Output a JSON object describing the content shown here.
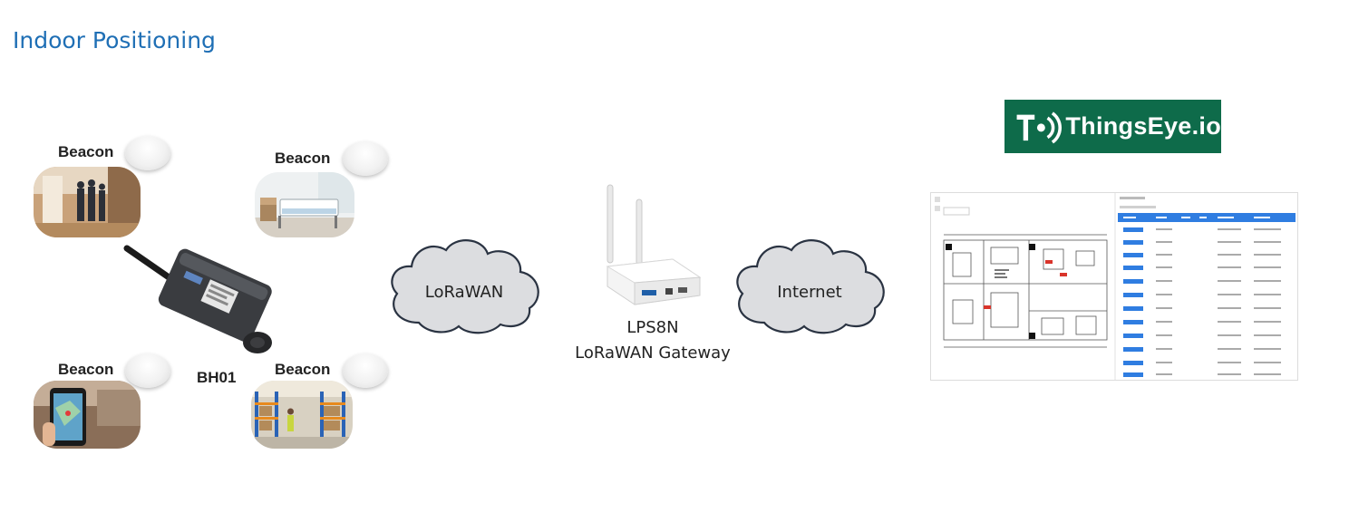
{
  "title": "Indoor Positioning",
  "beacon_label": "Beacon",
  "device_label": "BH01",
  "cloud_left": "LoRaWAN",
  "cloud_right": "Internet",
  "gateway": {
    "model": "LPS8N",
    "name": "LoRaWAN Gateway"
  },
  "platform_logo": "ThingsEye.io",
  "colors": {
    "title": "#1f6fb5",
    "logo_bg": "#0e6b4a",
    "table_header": "#2f7de1",
    "cloud_fill": "#dcdde0"
  }
}
